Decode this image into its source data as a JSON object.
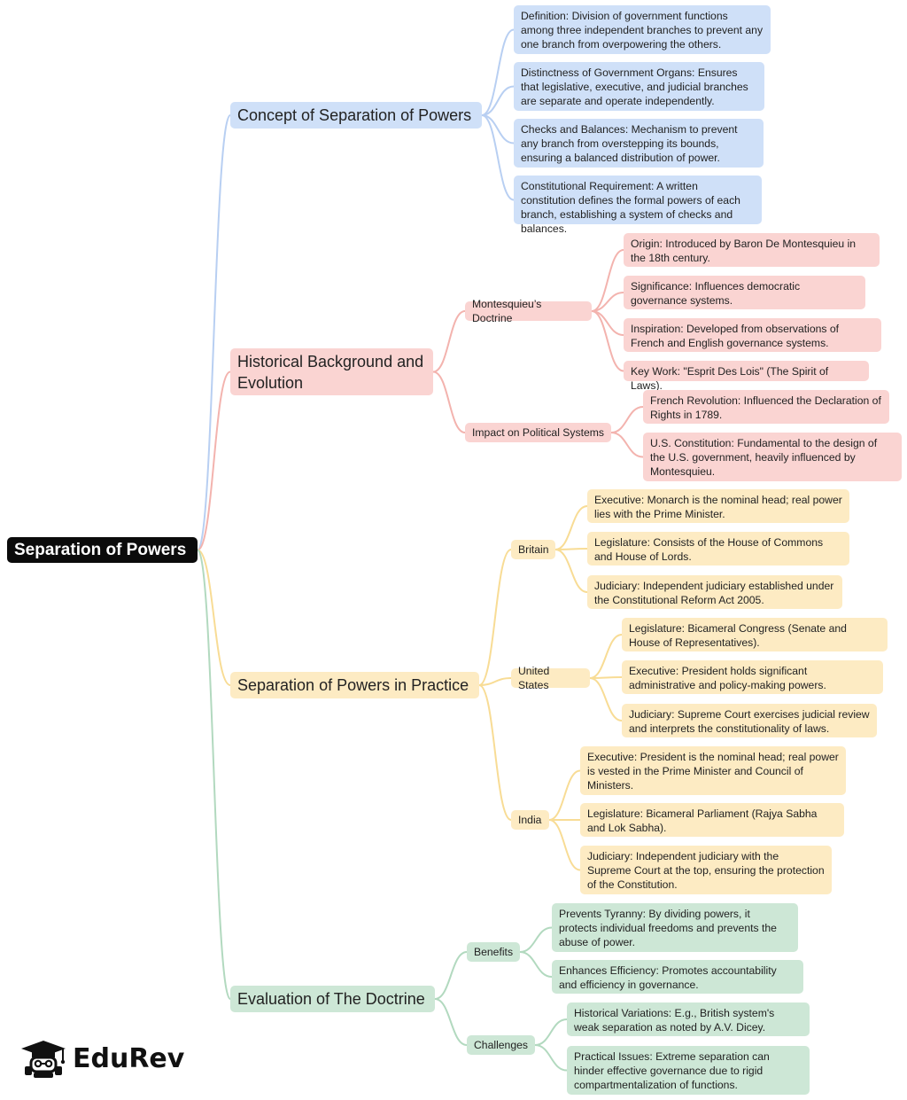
{
  "colors": {
    "blue": "#cfe0f8",
    "blue_line": "#b8cff2",
    "red": "#fad4d2",
    "red_line": "#f3b3ae",
    "yellow": "#fdebc3",
    "yellow_line": "#f8dc95",
    "green": "#cde7d6",
    "green_line": "#b2d9bf",
    "root": "#0b0b0b"
  },
  "root": {
    "label": "Separation of Powers"
  },
  "concept": {
    "label": "Concept of Separation of Powers",
    "items": [
      "Definition: Division of government functions among three independent branches to prevent any one branch from overpowering the others.",
      "Distinctness of Government Organs: Ensures that legislative, executive, and judicial branches are separate and operate independently.",
      "Checks and Balances: Mechanism to prevent any branch from overstepping its bounds, ensuring a balanced distribution of power.",
      "Constitutional Requirement: A written constitution defines the formal powers of each branch, establishing a system of checks and balances."
    ]
  },
  "history": {
    "label": "Historical Background and Evolution",
    "montesquieu": {
      "label": "Montesquieu’s Doctrine",
      "items": [
        "Origin: Introduced by Baron De Montesquieu in the 18th century.",
        "Significance: Influences democratic governance systems.",
        "Inspiration: Developed from observations of French and English governance systems.",
        "Key Work: \"Esprit Des Lois\" (The Spirit of Laws)."
      ]
    },
    "impact": {
      "label": "Impact on Political Systems",
      "items": [
        "French Revolution: Influenced the Declaration of Rights in 1789.",
        "U.S. Constitution: Fundamental to the design of the U.S. government, heavily influenced by Montesquieu."
      ]
    }
  },
  "practice": {
    "label": "Separation of Powers in Practice",
    "britain": {
      "label": "Britain",
      "items": [
        "Executive: Monarch is the nominal head; real power lies with the Prime Minister.",
        "Legislature: Consists of the House of Commons and House of Lords.",
        "Judiciary: Independent judiciary established under the Constitutional Reform Act 2005."
      ]
    },
    "us": {
      "label": "United States",
      "items": [
        "Legislature: Bicameral Congress (Senate and House of Representatives).",
        "Executive: President holds significant administrative and policy-making powers.",
        "Judiciary: Supreme Court exercises judicial review and interprets the constitutionality of laws."
      ]
    },
    "india": {
      "label": "India",
      "items": [
        "Executive: President is the nominal head; real power is vested in the Prime Minister and Council of Ministers.",
        "Legislature: Bicameral Parliament (Rajya Sabha and Lok Sabha).",
        "Judiciary: Independent judiciary with the Supreme Court at the top, ensuring the protection of the Constitution."
      ]
    }
  },
  "evaluation": {
    "label": "Evaluation of The Doctrine",
    "benefits": {
      "label": "Benefits",
      "items": [
        "Prevents Tyranny: By dividing powers, it protects individual freedoms and prevents the abuse of power.",
        "Enhances Efficiency: Promotes accountability and efficiency in governance."
      ]
    },
    "challenges": {
      "label": "Challenges",
      "items": [
        "Historical Variations: E.g., British system's weak separation as noted by A.V. Dicey.",
        "Practical Issues: Extreme separation can hinder effective governance due to rigid compartmentalization of functions."
      ]
    }
  },
  "logo": {
    "text": "EduRev",
    "icon": "graduate-cap-icon"
  }
}
